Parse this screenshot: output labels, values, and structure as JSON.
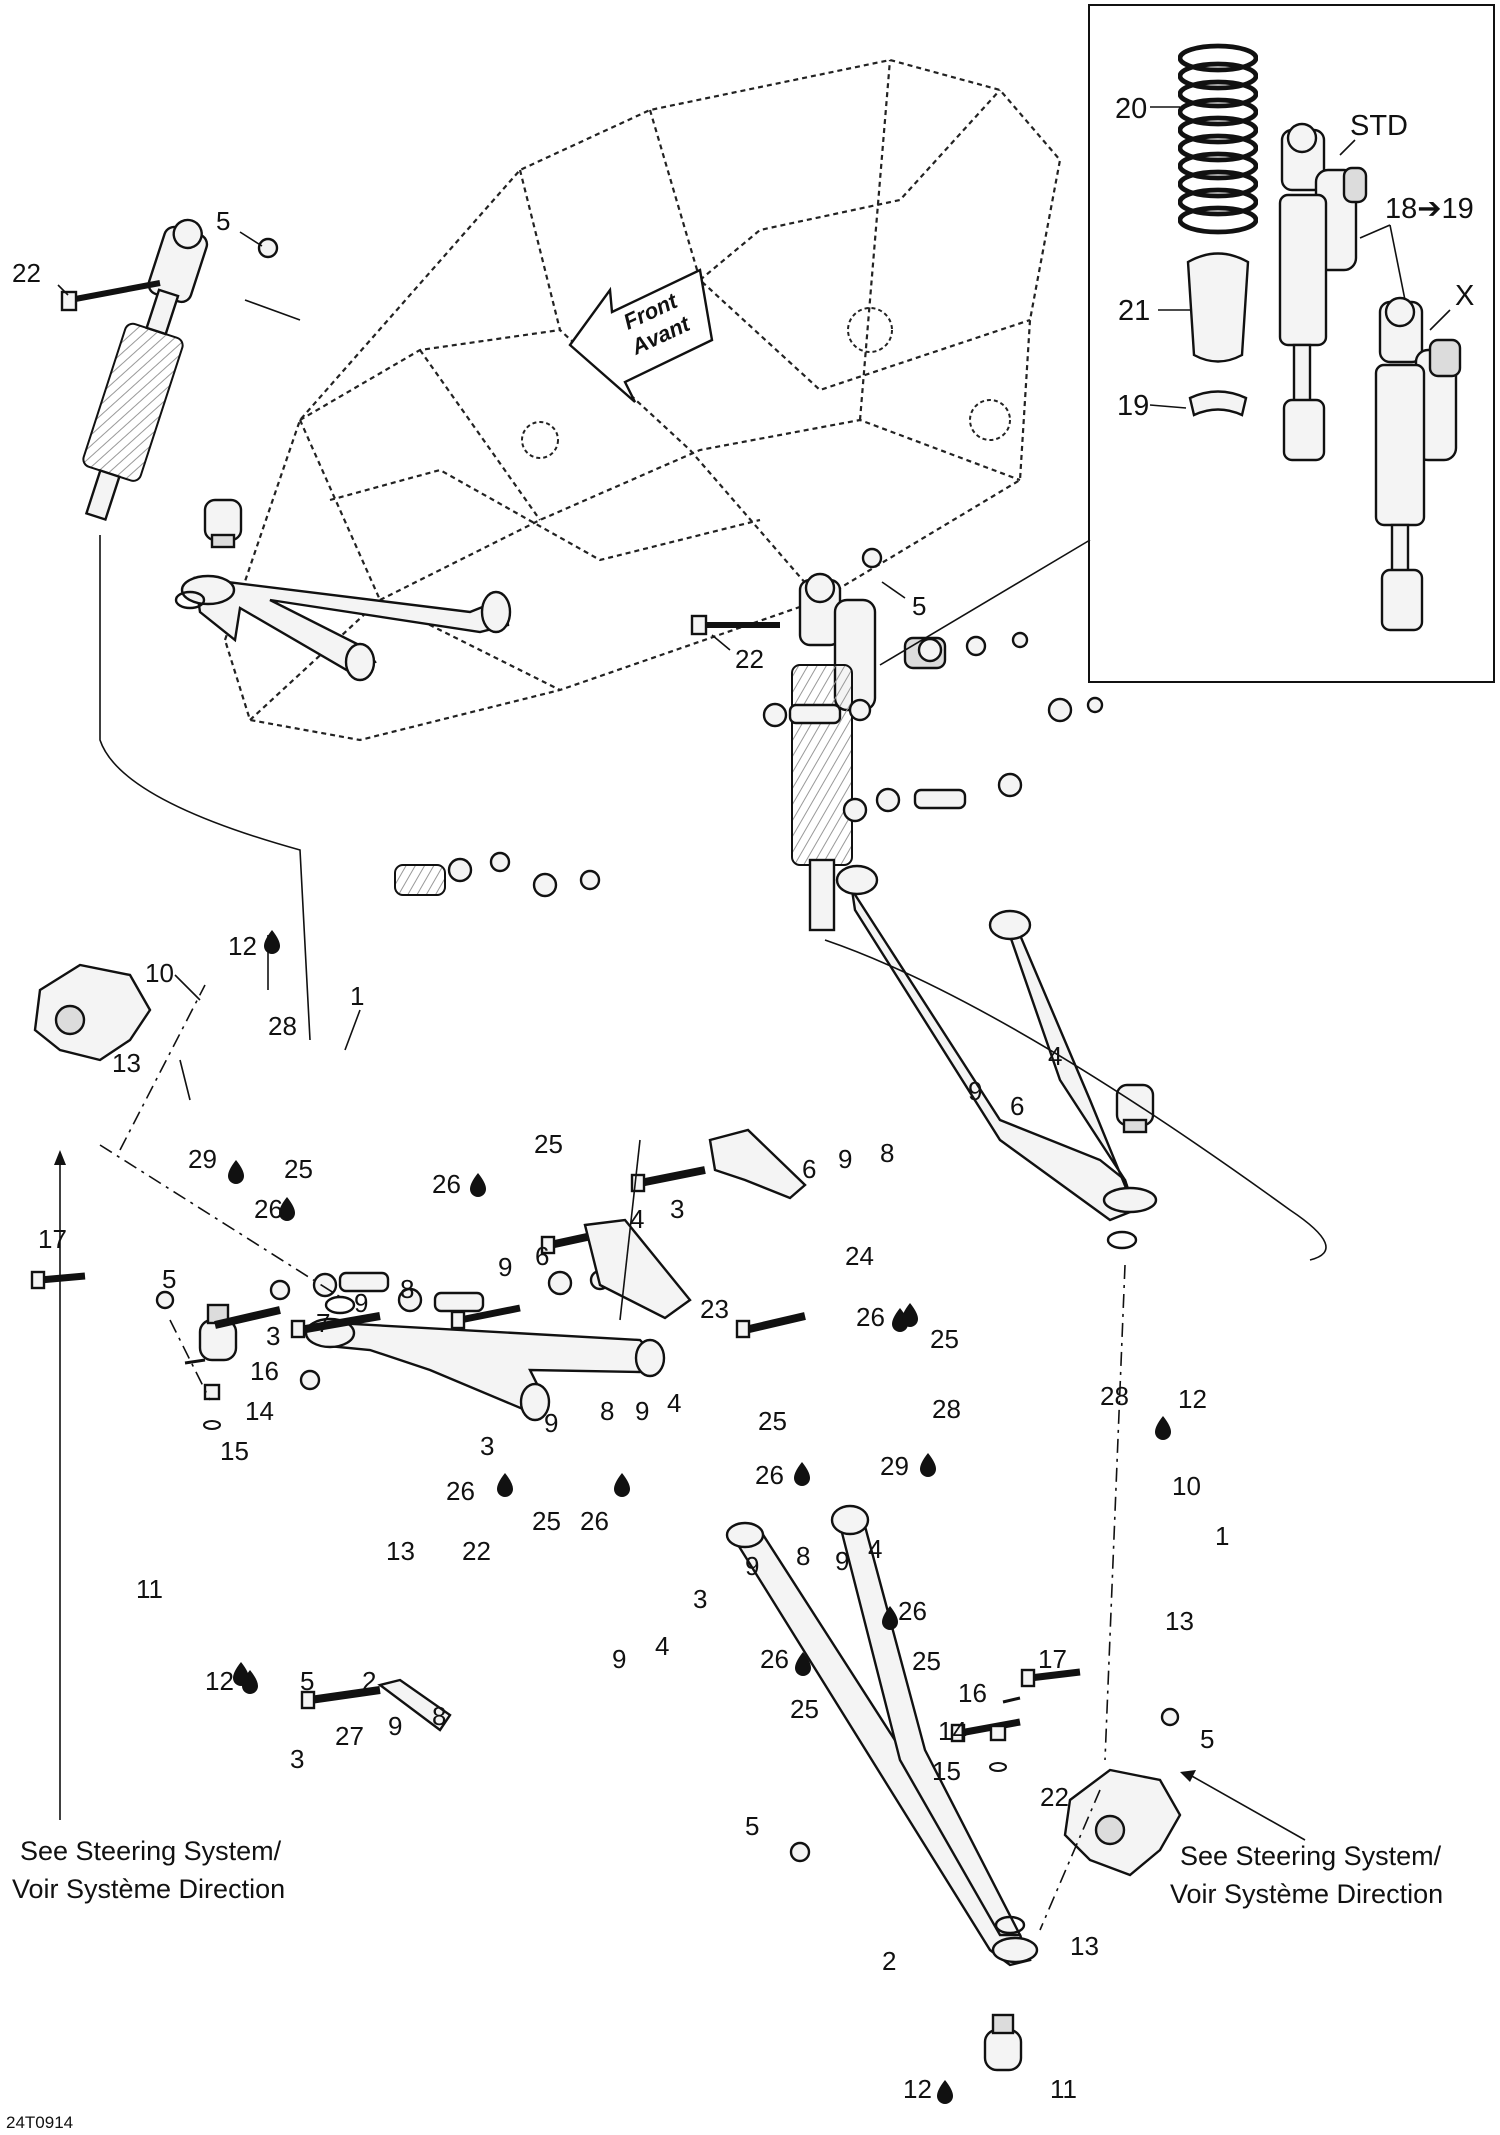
{
  "diagram": {
    "code": "24T0914",
    "inset": {
      "std_label": "STD",
      "x_label": "X",
      "replacement_note": "18➔19"
    },
    "front_arrow": {
      "line1": "Front",
      "line2": "Avant"
    },
    "notes": {
      "left": {
        "line1": "See Steering System/",
        "line2": "Voir Système Direction"
      },
      "right": {
        "line1": "See Steering System/",
        "line2": "Voir Système Direction"
      }
    },
    "callouts": {
      "c20": "20",
      "c21": "21",
      "c19": "19",
      "c22a": "22",
      "c5a": "5",
      "c5b": "5",
      "c22b": "22",
      "c12a": "12",
      "c10a": "10",
      "c28a": "28",
      "c1a": "1",
      "c13a": "13",
      "c29a": "29",
      "c25a": "25",
      "c26a": "26",
      "c25b": "25",
      "c26b": "26",
      "c4a": "4",
      "c9a": "9",
      "c6a": "6",
      "c8a": "8",
      "c6b": "6",
      "c9b": "9",
      "c4b": "4",
      "c3a": "3",
      "c24": "24",
      "c6c": "6",
      "c9c": "9",
      "c23": "23",
      "c17a": "17",
      "c5c": "5",
      "c3b": "3",
      "c8b": "8",
      "c9d": "9",
      "c7": "7",
      "c16a": "16",
      "c14a": "14",
      "c15a": "15",
      "c26c": "26",
      "c25c": "25",
      "c28b": "28",
      "c28c": "28",
      "c12b": "12",
      "c25d": "25",
      "c26d": "26",
      "c29b": "29",
      "c10b": "10",
      "c1b": "1",
      "c9e": "9",
      "c8c": "8",
      "c9f": "9",
      "c4c": "4",
      "c3c": "3",
      "c26e": "26",
      "c25e": "25",
      "c26f": "26",
      "c13b": "13",
      "c22c": "22",
      "c11a": "11",
      "c12c": "12",
      "c5d": "5",
      "c2a": "2",
      "c9g": "9",
      "c8d": "8",
      "c9h": "9",
      "c4d": "4",
      "c3d": "3",
      "c13c": "13",
      "c26g": "26",
      "c25f": "25",
      "c9i": "9",
      "c4e": "4",
      "c26h": "26",
      "c25g": "25",
      "c17b": "17",
      "c16b": "16",
      "c14b": "14",
      "c15b": "15",
      "c5e": "5",
      "c9j": "9",
      "c8e": "8",
      "c27": "27",
      "c3e": "3",
      "c22d": "22",
      "c5f": "5",
      "c2b": "2",
      "c13d": "13",
      "c12d": "12",
      "c11b": "11"
    }
  }
}
